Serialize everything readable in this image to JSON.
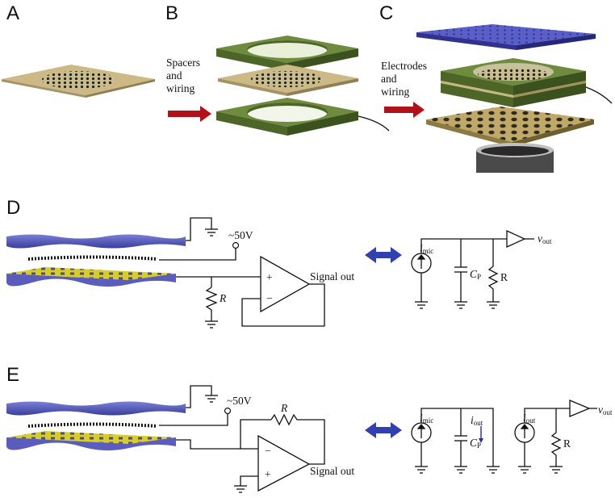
{
  "panels": {
    "a": "A",
    "b": "B",
    "c": "C",
    "d": "D",
    "e": "E"
  },
  "steps": {
    "b": [
      "Spacers",
      "and",
      "wiring"
    ],
    "c": [
      "Electrodes",
      "and",
      "wiring"
    ]
  },
  "circuit": {
    "bias_voltage": "~50V",
    "resistor": "R",
    "signal_out": "Signal out",
    "plus": "+",
    "minus": "−",
    "equiv": {
      "i_mic": "i",
      "i_mic_sub": "mic",
      "cp": "C",
      "cp_sub": "P",
      "r": "R",
      "v_out": "v",
      "v_out_sub": "out",
      "i_out": "i",
      "i_out_sub": "out"
    }
  },
  "colors": {
    "membrane": "#c8b880",
    "spacer": "#6e8b3d",
    "arrow": "#b0111a",
    "blue_plate": "#4b4fb8",
    "yellow_plate": "#d8cf2a",
    "double_arrow": "#3040b0"
  }
}
